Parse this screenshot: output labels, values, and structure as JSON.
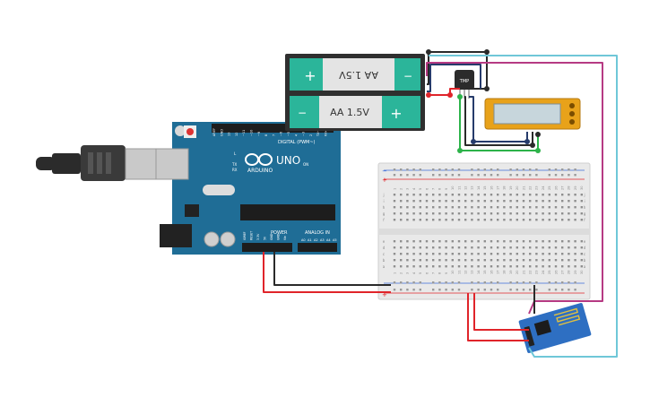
{
  "arduino": {
    "brand": "ARDUINO",
    "model": "UNO",
    "digital_label": "DIGITAL (PWM~)",
    "power_label": "POWER",
    "analog_label": "ANALOG IN",
    "led_on": "ON",
    "led_tx": "TX",
    "led_rx": "RX",
    "led_l": "L",
    "digital_pins": [
      "AREF",
      "GND",
      "13",
      "12",
      "~11",
      "~10",
      "~9",
      "8",
      "7",
      "~6",
      "~5",
      "4",
      "~3",
      "2",
      "TX→1",
      "RX←0"
    ],
    "power_pins": [
      "IOREF",
      "RESET",
      "3.3V",
      "5V",
      "GND",
      "GND",
      "Vin"
    ],
    "analog_pins": [
      "A0",
      "A1",
      "A2",
      "A3",
      "A4",
      "A5"
    ]
  },
  "battery": {
    "cell_top_label": "AA 1.5V",
    "cell_bottom_label": "AA 1.5V",
    "plus": "+",
    "minus": "−"
  },
  "sensor": {
    "label": "TMP"
  },
  "breadboard": {
    "columns": [
      "1",
      "2",
      "3",
      "4",
      "5",
      "6",
      "7",
      "8",
      "9",
      "10",
      "11",
      "12",
      "13",
      "14",
      "15",
      "16",
      "17",
      "18",
      "19",
      "20",
      "21",
      "22",
      "23",
      "24",
      "25",
      "26",
      "27",
      "28",
      "29",
      "30"
    ],
    "rows_top": [
      "j",
      "i",
      "h",
      "g",
      "f"
    ],
    "rows_bottom": [
      "e",
      "d",
      "c",
      "b",
      "a"
    ],
    "rail_plus": "+",
    "rail_minus": "−"
  },
  "colors": {
    "board": "#1f6d96",
    "battery": "#2f2f2f",
    "battery_cell": "#2bb59a",
    "wire_red": "#e0242a",
    "wire_black": "#2a2a2a",
    "wire_green": "#2db34a",
    "wire_navy": "#263b6b",
    "wire_magenta": "#b63a83",
    "wire_cyan": "#6fc7d8",
    "lcd_frame": "#e8a21a",
    "esp_board": "#2e6fc2"
  }
}
